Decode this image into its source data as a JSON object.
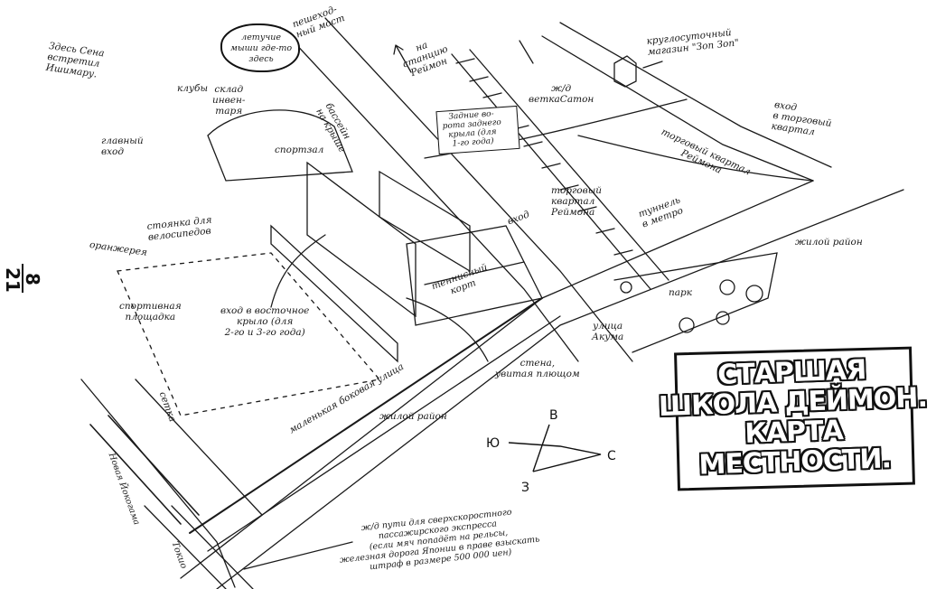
{
  "page": {
    "number_top": "8",
    "number_bottom": "21"
  },
  "title": {
    "lines": [
      "СТАРШАЯ",
      "ШКОЛА ДЕЙМОН.",
      "КАРТА",
      "МЕСТНОСТИ."
    ]
  },
  "labels": {
    "sena_met": "Здесь Сена\nвстретил\nИшимару.",
    "bats_cloud": "летучие\nмыши где-то\nздесь",
    "pedestrian_bridge": "пешеход-\nный мост",
    "to_station": "на\nстанцию\nРеймон",
    "shop_24h": "круглосуточный\nмагазин \"Зоп Зоп\"",
    "clubs": "клубы",
    "storage": "склад\nинвен-\nтаря",
    "main_entrance": "главный\nвход",
    "rooftop_pool": "бассейн\nна крыше",
    "gym": "спортзал",
    "back_gate_note": "Задние во-\nрота заднего\nкрыла (для\n1-го года)",
    "railway_vetkasaton": "ж/д\nветкаСатон",
    "mall_entrance": "вход\nв торговый\nквартал",
    "mall_reimon_top": "торговый квартал\nРеймона",
    "mall_reimon_mid": "торговый\nквартал\nРеймона",
    "entrance": "вход",
    "subway_tunnel": "туннель\nв метро",
    "residential_right": "жилой район",
    "bike_parking": "стоянка для\nвелосипедов",
    "greenhouse": "оранжерея",
    "tennis_court": "теннисный\nкорт",
    "park": "парк",
    "akuma_street": "улица\nАкума",
    "sports_ground": "спортивная\nплощадка",
    "east_wing_entrance": "вход в восточное\nкрыло (для\n2-го и 3-го года)",
    "ivy_wall": "стена,\nувитая плющом",
    "side_street": "маленькая боковая улица",
    "residential_bottom": "жилой район",
    "net": "сетка",
    "to_new_yokohama": "Новая Йокогама",
    "to_tokyo": "Токио",
    "express_note": "ж/д пути для сверхскоростного\nпассажирского экспресса\n(если мяч попадёт на рельсы,\nжелезная дорога Японии в праве взыскать\nштраф в размере 500 000 иен)"
  },
  "compass": {
    "north": "С",
    "south": "Ю",
    "east": "В",
    "west": "З"
  },
  "colors": {
    "ink": "#111111",
    "paper": "#ffffff"
  }
}
